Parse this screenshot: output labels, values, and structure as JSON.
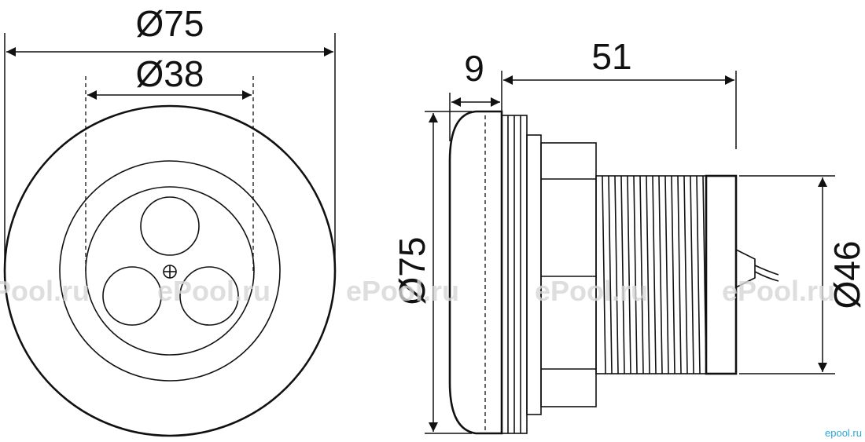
{
  "front_view": {
    "outer_diameter_label": "Ø75",
    "inner_diameter_label": "Ø38"
  },
  "side_view": {
    "flange_thickness_label": "9",
    "body_length_label": "51",
    "flange_diameter_label": "Ø75",
    "thread_diameter_label": "Ø46"
  },
  "watermark": {
    "text": "ePool.ru"
  },
  "logo": {
    "text": "epool.ru",
    "color": "#2ea6d8"
  }
}
